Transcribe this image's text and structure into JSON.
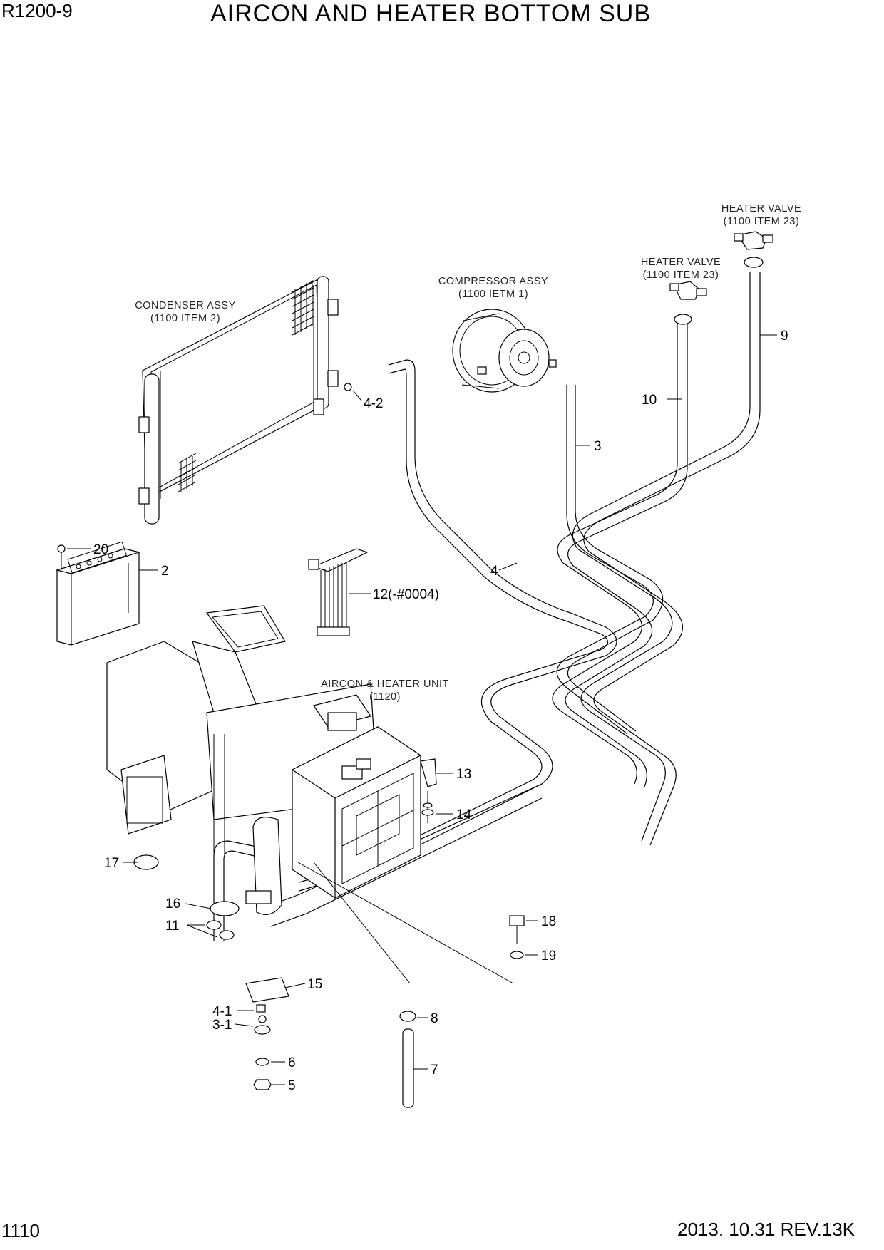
{
  "header": {
    "model": "R1200-9",
    "title": "AIRCON AND HEATER BOTTOM SUB"
  },
  "footer": {
    "page": "1110",
    "revision": "2013. 10.31  REV.13K"
  },
  "notes": {
    "heater_valve_top": [
      "HEATER VALVE",
      "(1100 ITEM 23)"
    ],
    "heater_valve_mid": [
      "HEATER VALVE",
      "(1100 ITEM 23)"
    ],
    "compressor": [
      "COMPRESSOR ASSY",
      "(1100 IETM 1)"
    ],
    "condenser": [
      "CONDENSER ASSY",
      "(1100 ITEM 2)"
    ],
    "unit": [
      "AIRCON & HEATER UNIT",
      "(1120)"
    ]
  },
  "callouts": {
    "c20": "20",
    "c2": "2",
    "c12": "12(-#0004)",
    "c4_2": "4-2",
    "c3": "3",
    "c4": "4",
    "c10": "10",
    "c9": "9",
    "c13": "13",
    "c14": "14",
    "c17": "17",
    "c16": "16",
    "c11": "11",
    "c15": "15",
    "c4_1": "4-1",
    "c3_1": "3-1",
    "c6": "6",
    "c5": "5",
    "c8": "8",
    "c7": "7",
    "c18": "18",
    "c19": "19"
  }
}
